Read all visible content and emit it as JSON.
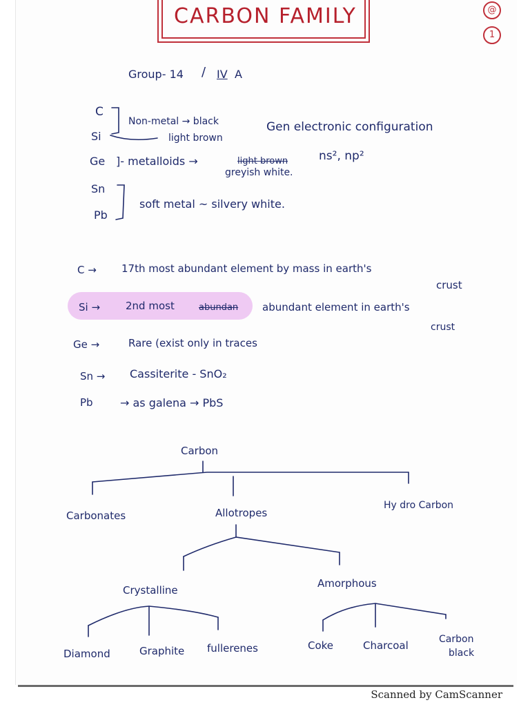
{
  "title": "CARBON FAMILY",
  "badges": [
    "@",
    "1"
  ],
  "group": {
    "prefix": "Group- 14",
    "roman": "IV",
    "suffix": "A"
  },
  "elements": {
    "c": "C",
    "si": "Si",
    "ge": "Ge",
    "sn": "Sn",
    "pb": "Pb"
  },
  "notes": {
    "nonmetal": "Non-metal → black",
    "light_brown": "light brown",
    "metalloids": "]- metalloids →",
    "struck": "light brown",
    "greyish": "greyish white.",
    "soft_metal": "soft metal ~ silvery white.",
    "config_label": "Gen electronic configuration",
    "config_value": "ns², np²"
  },
  "facts": [
    {
      "el": "C →",
      "text": "17th most abundant element by mass in earth's",
      "cont": "crust"
    },
    {
      "el": "Si →",
      "text_a": "2nd most",
      "struck": "abundan",
      "text_b": "abundant element in earth's",
      "cont": "crust"
    },
    {
      "el": "Ge →",
      "text": "Rare (exist only in traces"
    },
    {
      "el": "Sn →",
      "text": "Cassiterite - SnO₂"
    },
    {
      "el": "Pb",
      "text": "→ as galena → PbS"
    }
  ],
  "tree": {
    "root": "Carbon",
    "level1": [
      "Carbonates",
      "Allotropes",
      "Hy dro Carbon"
    ],
    "level2": [
      "Crystalline",
      "Amorphous"
    ],
    "crystalline": [
      "Diamond",
      "Graphite",
      "fullerenes"
    ],
    "amorphous": [
      "Coke",
      "Charcoal",
      "Carbon",
      "black"
    ]
  },
  "footer": "Scanned by CamScanner",
  "colors": {
    "ink": "#1f2a6b",
    "title": "#b6202c",
    "highlight": "#e9b8ef"
  }
}
